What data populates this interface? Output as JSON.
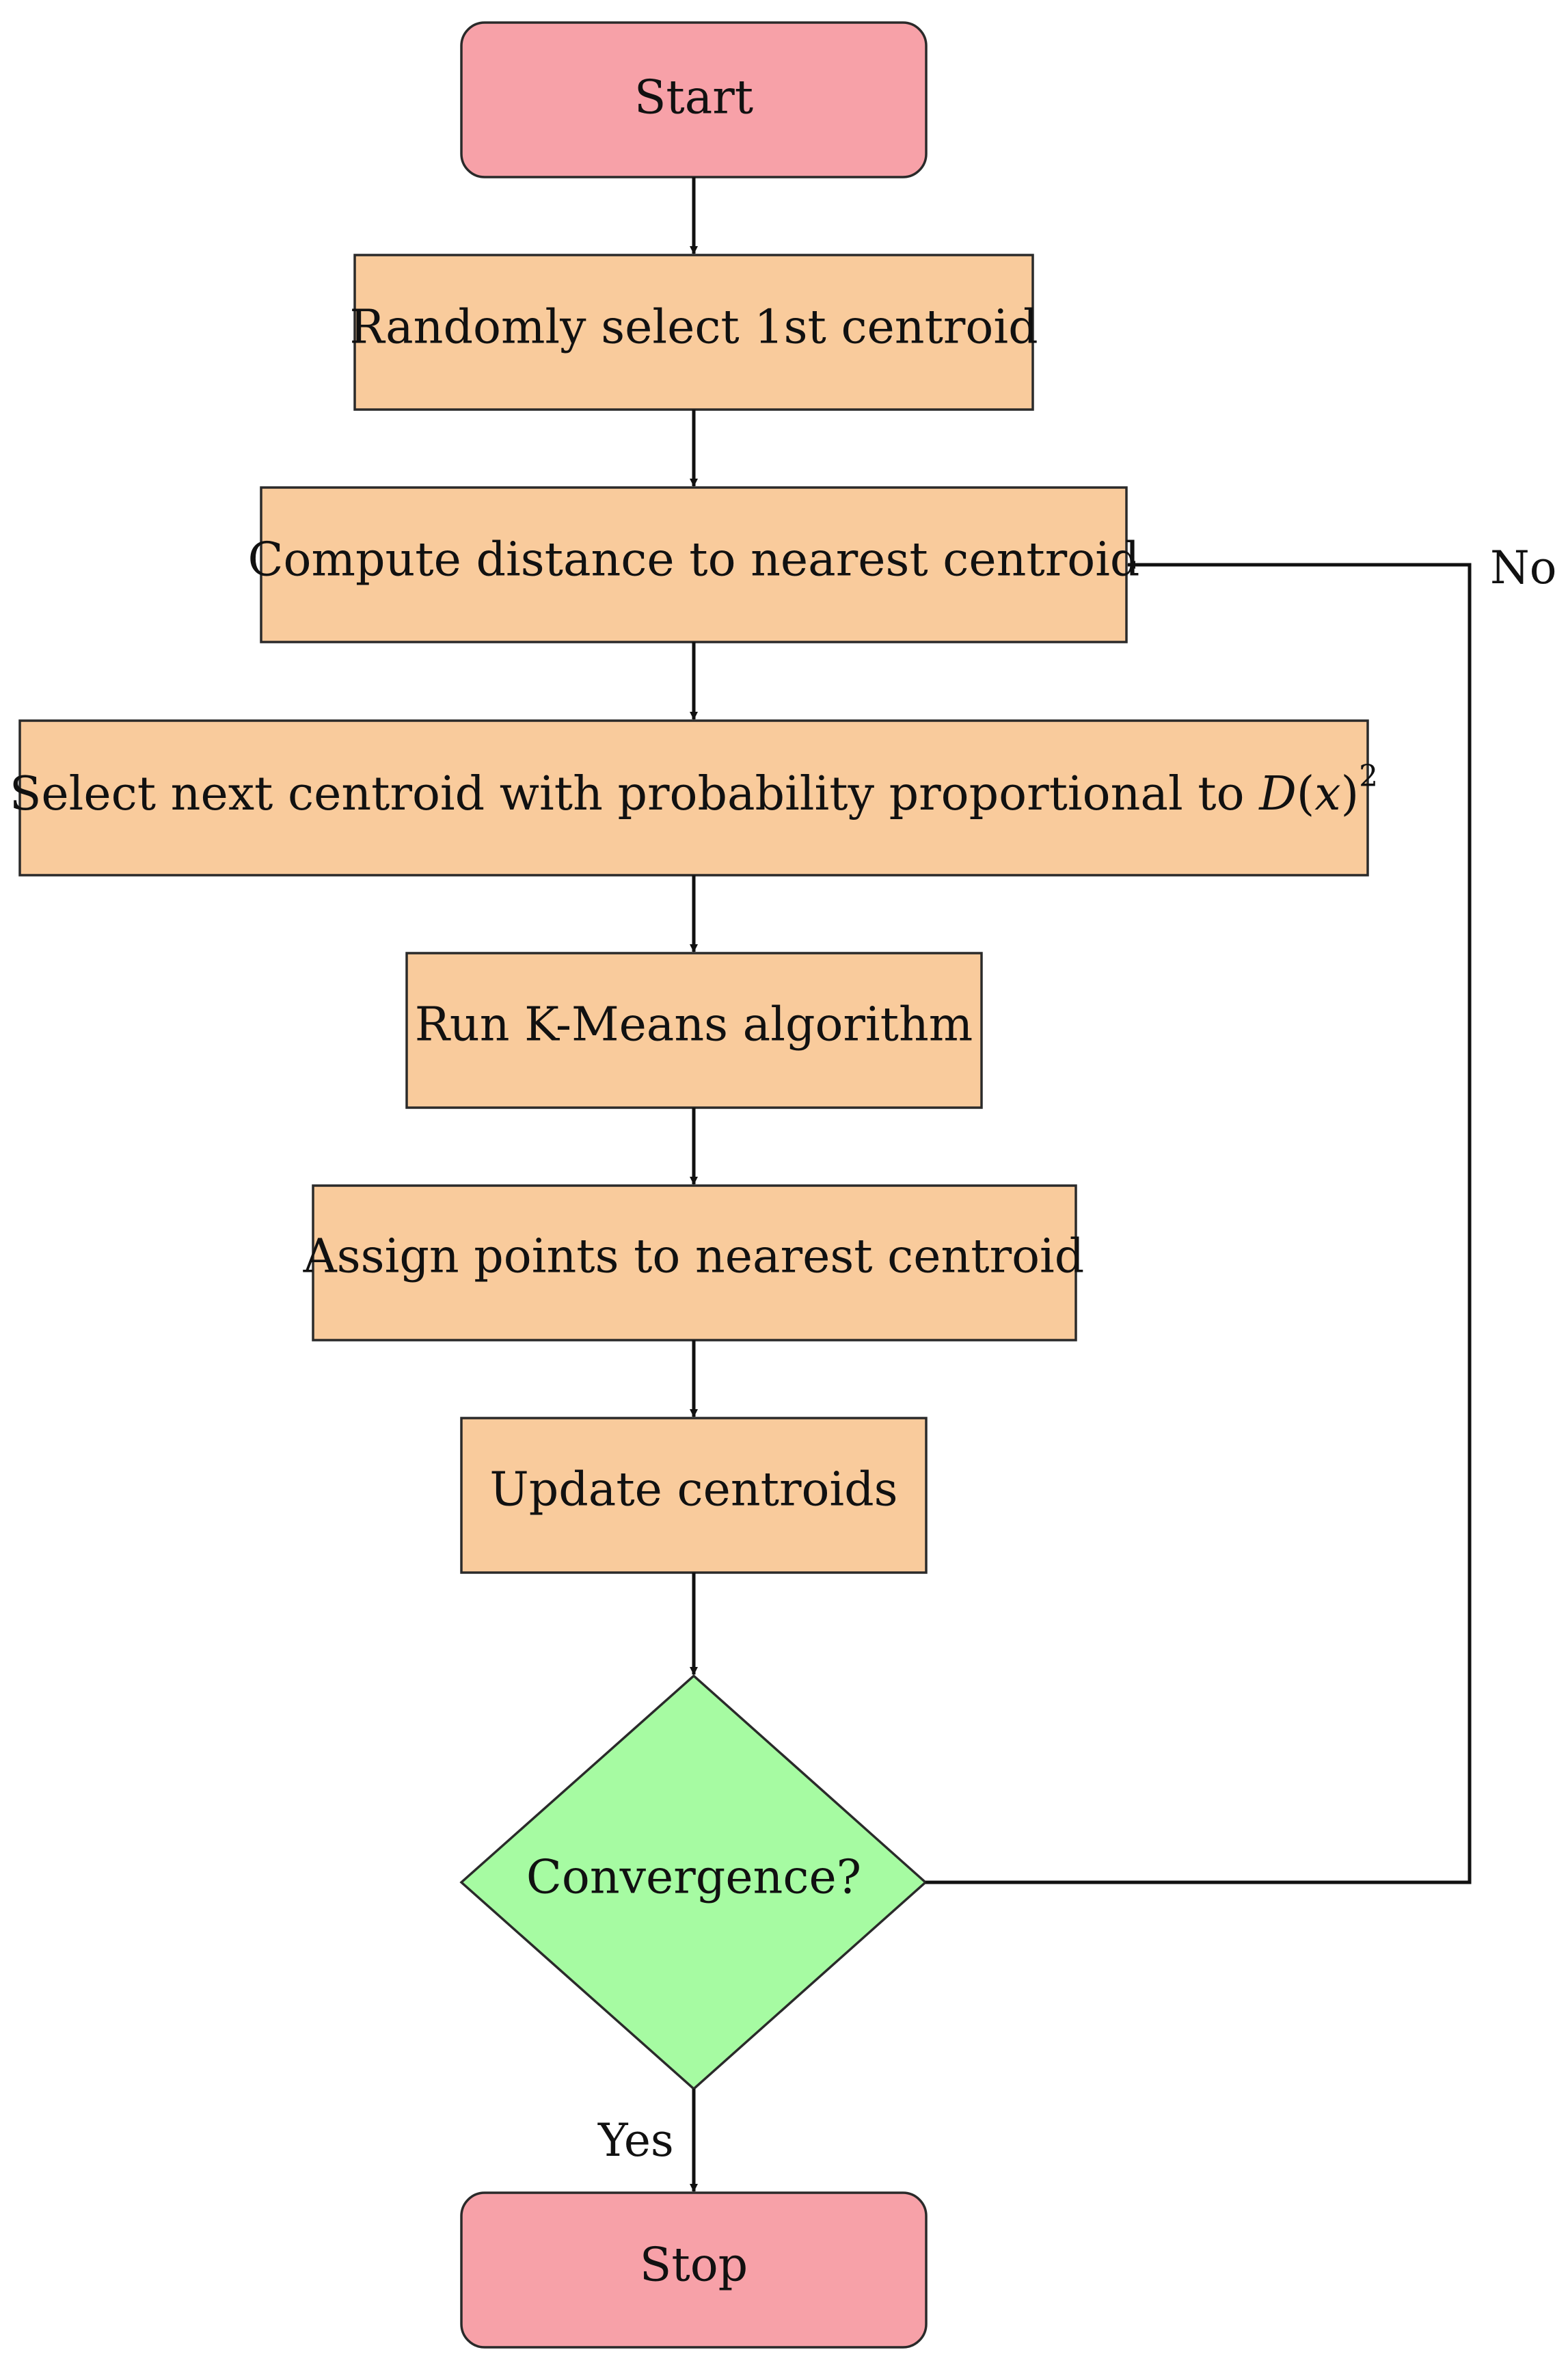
{
  "diagram": {
    "nodes": {
      "start": {
        "label": "Start",
        "color": "#f7a1a8"
      },
      "select_first": {
        "label": "Randomly select 1st centroid",
        "color": "#f9cb9c"
      },
      "compute_distance": {
        "label": "Compute distance to nearest centroid",
        "color": "#f9cb9c"
      },
      "select_next": {
        "label": "Select next centroid with probability proportional to ",
        "math_base": "D",
        "math_open": "(",
        "math_var": "x",
        "math_close": ")",
        "math_exp": "2",
        "color": "#f9cb9c"
      },
      "run_kmeans": {
        "label": "Run K-Means algorithm",
        "color": "#f9cb9c"
      },
      "assign_points": {
        "label": "Assign points to nearest centroid",
        "color": "#f9cb9c"
      },
      "update_centroids": {
        "label": "Update centroids",
        "color": "#f9cb9c"
      },
      "convergence": {
        "label": "Convergence?",
        "color": "#a6fba2"
      },
      "stop": {
        "label": "Stop",
        "color": "#f7a1a8"
      }
    },
    "edges": {
      "no_label": "No",
      "yes_label": "Yes"
    }
  }
}
